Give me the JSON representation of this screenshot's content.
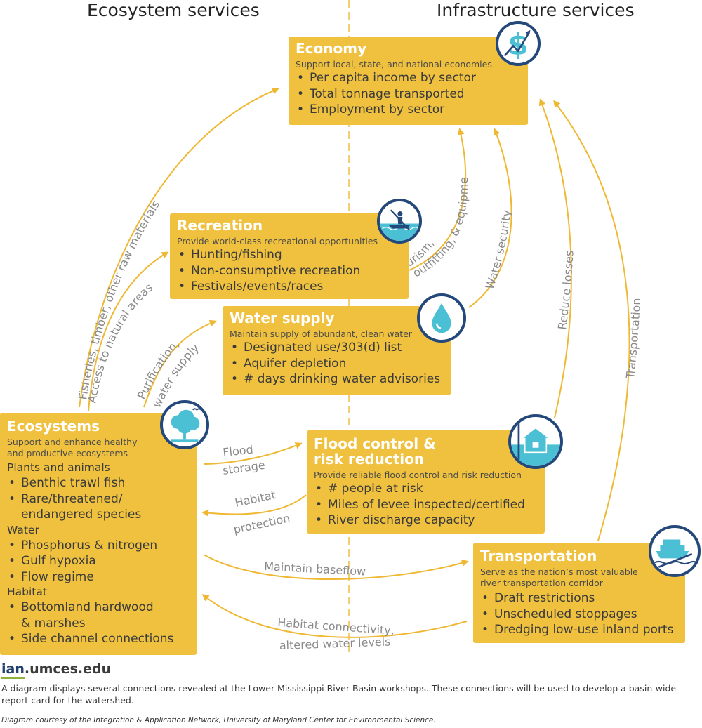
{
  "headers": {
    "left": "Ecosystem services",
    "right": "Infrastructure services"
  },
  "boxes": {
    "economy": {
      "title": "Economy",
      "subtitle": "Support local, state, and national economies",
      "items": [
        "Per capita income by sector",
        "Total tonnage transported",
        "Employment by sector"
      ],
      "icon": "dollar-growth-icon"
    },
    "recreation": {
      "title": "Recreation",
      "subtitle": "Provide world-class recreational opportunities",
      "items": [
        "Hunting/fishing",
        "Non-consumptive recreation",
        "Festivals/events/races"
      ],
      "icon": "kayaker-icon"
    },
    "water_supply": {
      "title": "Water supply",
      "subtitle": "Maintain supply of abundant, clean water",
      "items": [
        "Designated use/303(d) list",
        "Aquifer depletion",
        "# days drinking water advisories"
      ],
      "icon": "water-drop-icon"
    },
    "ecosystems": {
      "title": "Ecosystems",
      "subtitle_1": "Support and enhance healthy",
      "subtitle_2": "and productive ecosystems",
      "groups": [
        {
          "heading": "Plants and animals",
          "items": [
            "Benthic trawl fish",
            "Rare/threatened/",
            "endangered species"
          ]
        },
        {
          "heading": "Water",
          "items": [
            "Phosphorus & nitrogen",
            "Gulf hypoxia",
            "Flow regime"
          ]
        },
        {
          "heading": "Habitat",
          "items": [
            "Bottomland hardwood",
            "& marshes",
            "Side channel connections"
          ]
        }
      ],
      "icon": "tree-icon"
    },
    "flood": {
      "title_1": "Flood control &",
      "title_2": "risk reduction",
      "subtitle": "Provide reliable flood control and risk reduction",
      "items": [
        "# people at risk",
        "Miles of levee inspected/certified",
        "River discharge capacity"
      ],
      "icon": "flooded-house-icon"
    },
    "transportation": {
      "title": "Transportation",
      "subtitle_1": "Serve as the nation’s most valuable",
      "subtitle_2": "river transportation corridor",
      "items": [
        "Draft restrictions",
        "Unscheduled stoppages",
        "Dredging low-use inland ports"
      ],
      "icon": "barge-icon"
    }
  },
  "flows": {
    "fisheries": "Fisheries, timber, other raw materials",
    "access": "Access to natural areas",
    "purification_1": "Purification,",
    "purification_2": "water supply",
    "tourism_1": "Tourism,",
    "tourism_2": "outfitting, & equipment",
    "water_security": "Water security",
    "reduce_losses": "Reduce losses",
    "transportation": "Transportation",
    "flood_storage_1": "Flood",
    "flood_storage_2": "storage",
    "habitat_protection_1": "Habitat",
    "habitat_protection_2": "protection",
    "baseflow": "Maintain baseflow",
    "connectivity_1": "Habitat connectivity,",
    "connectivity_2": "altered water levels"
  },
  "colors": {
    "box": "#efc13f",
    "arrow": "#efb833",
    "divider": "#f2cf72",
    "badge_ring": "#24487a",
    "icon_fill": "#4bbfd4",
    "flow_text": "#8a8a8a"
  },
  "footer": {
    "logo_a": "ian",
    "logo_b": ".umces.edu",
    "caption": "A diagram displays several connections revealed at the Lower Mississippi River Basin workshops. These connections will be used to develop a basin-wide report card for the watershed.",
    "credit": "Diagram courtesy of the Integration & Application Network, University of Maryland Center for Environmental Science."
  }
}
